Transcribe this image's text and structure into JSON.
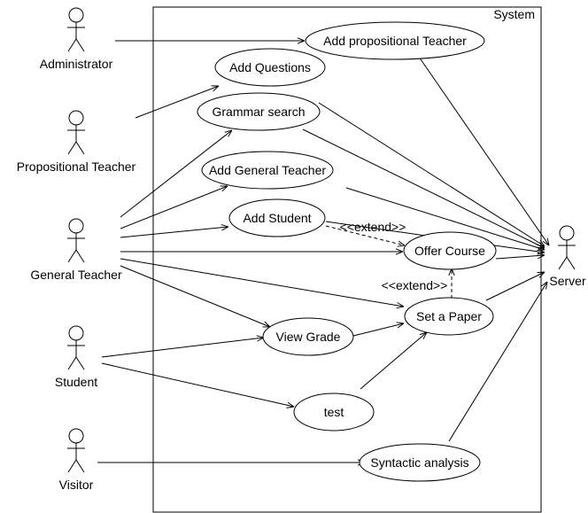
{
  "diagram": {
    "system_label": "System",
    "actors": {
      "administrator": "Administrator",
      "propositional_teacher": "Propositional Teacher",
      "general_teacher": "General Teacher",
      "student": "Student",
      "visitor": "Visitor",
      "server": "Server"
    },
    "use_cases": {
      "add_propositional_teacher": "Add propositional Teacher",
      "add_questions": "Add Questions",
      "grammar_search": "Grammar search",
      "add_general_teacher": "Add General Teacher",
      "add_student": "Add Student",
      "offer_course": "Offer Course",
      "set_a_paper": "Set a Paper",
      "view_grade": "View Grade",
      "test": "test",
      "syntactic_analysis": "Syntactic analysis"
    },
    "relations": {
      "extend_1": "<<extend>>",
      "extend_2": "<<extend>>"
    }
  }
}
